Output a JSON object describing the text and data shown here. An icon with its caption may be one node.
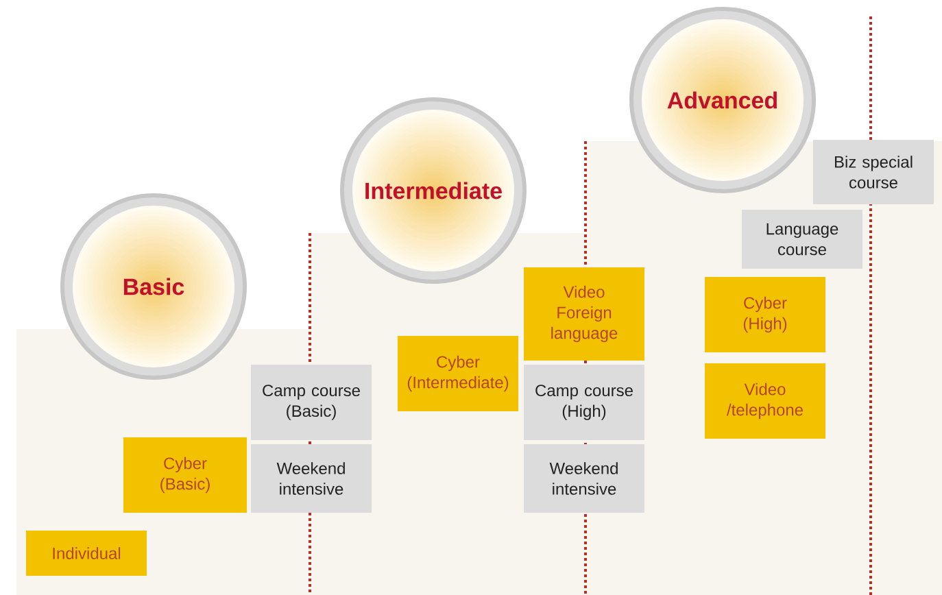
{
  "diagram": {
    "nodes": [
      {
        "text": [
          "Basic"
        ]
      },
      {
        "text": [
          "Individual"
        ]
      },
      {
        "text": [
          "Cyber (Basic)"
        ]
      },
      {
        "text": [
          "Camp course (Basic)"
        ]
      },
      {
        "text": [
          "Weekend intensive"
        ]
      },
      {
        "text": [
          "Intermediate"
        ]
      },
      {
        "text": [
          "Cyber (Intermediate)"
        ]
      },
      {
        "text": [
          "Video Foreign language"
        ]
      },
      {
        "text": [
          "Camp course (High)"
        ]
      },
      {
        "text": [
          "Weekend intensive"
        ]
      },
      {
        "text": [
          "Advanced"
        ]
      },
      {
        "text": [
          "Biz special course"
        ]
      },
      {
        "text": [
          "Language course"
        ]
      },
      {
        "text": [
          "Cyber (High)"
        ]
      },
      {
        "text": [
          "Video /telephone"
        ]
      }
    ]
  }
}
